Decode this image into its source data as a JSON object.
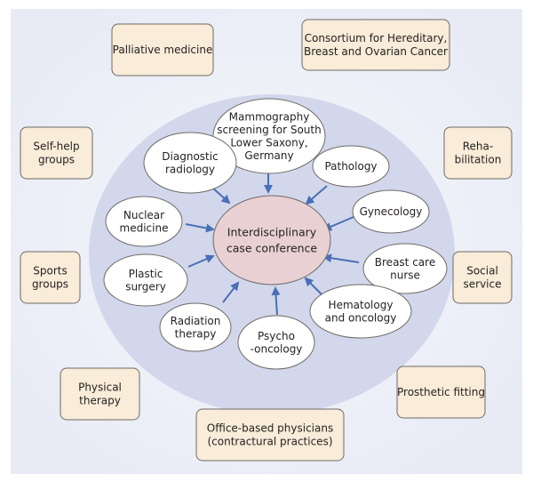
{
  "diagram": {
    "title": "Interdisciplinary breast cancer care network",
    "colors": {
      "background": "#eef0f9",
      "inner_circle": "#d2d7ec",
      "center_fill": "#e9d0d2",
      "box_fill": "#f9ecd8",
      "arrow": "#4a6fb5",
      "stroke": "#6d6a66"
    },
    "center": {
      "id": "center",
      "lines": [
        "Interdisciplinary",
        "case conference"
      ]
    },
    "inner_nodes": [
      {
        "id": "mammography",
        "lines": [
          "Mammography",
          "screening for South",
          "Lower Saxony,",
          "Germany"
        ]
      },
      {
        "id": "pathology",
        "lines": [
          "Pathology"
        ]
      },
      {
        "id": "gynecology",
        "lines": [
          "Gynecology"
        ]
      },
      {
        "id": "breast-care-nurse",
        "lines": [
          "Breast care",
          "nurse"
        ]
      },
      {
        "id": "hematology",
        "lines": [
          "Hematology",
          "and oncology"
        ]
      },
      {
        "id": "psycho-oncology",
        "lines": [
          "Psycho",
          "-oncology"
        ]
      },
      {
        "id": "radiation-therapy",
        "lines": [
          "Radiation",
          "therapy"
        ]
      },
      {
        "id": "plastic-surgery",
        "lines": [
          "Plastic",
          "surgery"
        ]
      },
      {
        "id": "nuclear-medicine",
        "lines": [
          "Nuclear",
          "medicine"
        ]
      },
      {
        "id": "diagnostic-radiology",
        "lines": [
          "Diagnostic",
          "radiology"
        ]
      }
    ],
    "outer_nodes": [
      {
        "id": "palliative-medicine",
        "lines": [
          "Palliative medicine"
        ]
      },
      {
        "id": "consortium",
        "lines": [
          "Consortium for Hereditary,",
          "Breast and Ovarian Cancer"
        ]
      },
      {
        "id": "self-help-groups",
        "lines": [
          "Self-help",
          "groups"
        ]
      },
      {
        "id": "rehabilitation",
        "lines": [
          "Reha-",
          "bilitation"
        ]
      },
      {
        "id": "sports-groups",
        "lines": [
          "Sports",
          "groups"
        ]
      },
      {
        "id": "social-service",
        "lines": [
          "Social",
          "service"
        ]
      },
      {
        "id": "physical-therapy",
        "lines": [
          "Physical",
          "therapy"
        ]
      },
      {
        "id": "prosthetic-fitting",
        "lines": [
          "Prosthetic fitting"
        ]
      },
      {
        "id": "office-based-physicians",
        "lines": [
          "Office-based physicians",
          "(contractural practices)"
        ]
      }
    ],
    "edges": [
      {
        "from": "mammography",
        "to": "center"
      },
      {
        "from": "pathology",
        "to": "center"
      },
      {
        "from": "gynecology",
        "to": "center"
      },
      {
        "from": "breast-care-nurse",
        "to": "center"
      },
      {
        "from": "hematology",
        "to": "center"
      },
      {
        "from": "psycho-oncology",
        "to": "center"
      },
      {
        "from": "radiation-therapy",
        "to": "center"
      },
      {
        "from": "plastic-surgery",
        "to": "center"
      },
      {
        "from": "nuclear-medicine",
        "to": "center"
      },
      {
        "from": "diagnostic-radiology",
        "to": "center"
      }
    ]
  }
}
